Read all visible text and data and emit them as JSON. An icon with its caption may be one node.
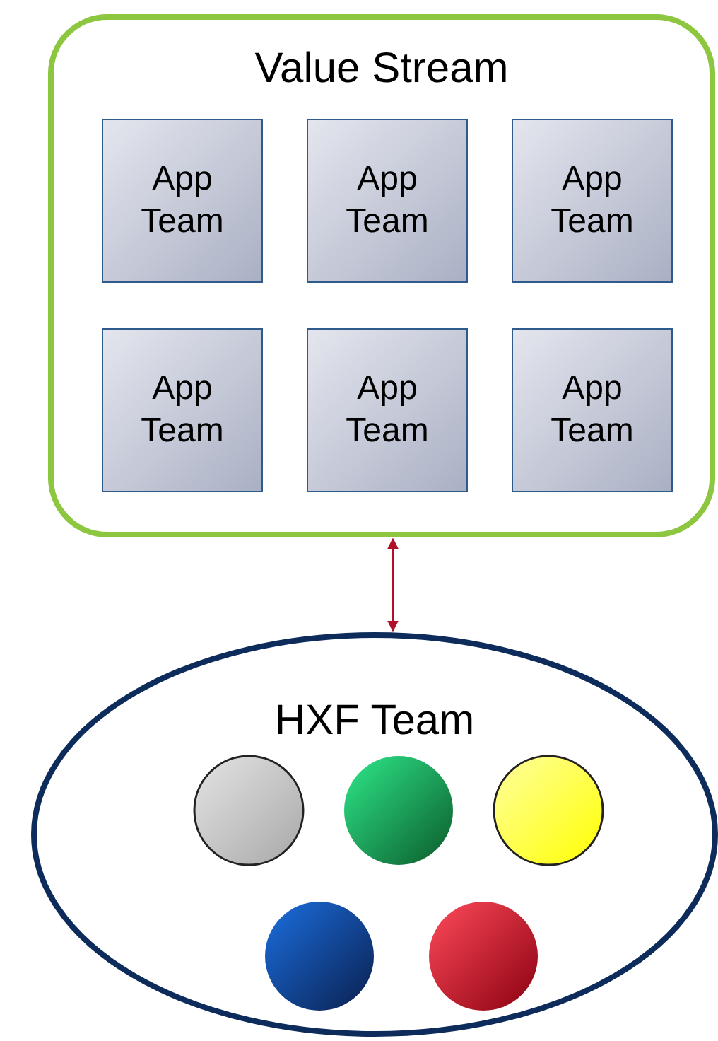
{
  "diagram": {
    "nodes": [
      {
        "text": [
          "Value Stream"
        ]
      },
      {
        "text": [
          "App Team"
        ],
        "in": 0
      },
      {
        "text": [
          "App Team"
        ],
        "in": 0
      },
      {
        "text": [
          "App Team"
        ],
        "in": 0
      },
      {
        "text": [
          "App Team"
        ],
        "in": 0
      },
      {
        "text": [
          "App Team"
        ],
        "in": 0
      },
      {
        "text": [
          "App Team"
        ],
        "in": 0
      },
      {
        "text": [
          "HXF Team"
        ]
      },
      {
        "text": [],
        "shape": "circle",
        "in": 7
      },
      {
        "text": [],
        "shape": "circle",
        "in": 7
      },
      {
        "text": [],
        "shape": "circle",
        "in": 7
      },
      {
        "text": [],
        "shape": "circle",
        "in": 7
      },
      {
        "text": [],
        "shape": "circle",
        "in": 7
      }
    ],
    "edges": [
      {
        "from": 0,
        "to": 7,
        "arrow": "both",
        "color": "#b0102a"
      }
    ]
  }
}
